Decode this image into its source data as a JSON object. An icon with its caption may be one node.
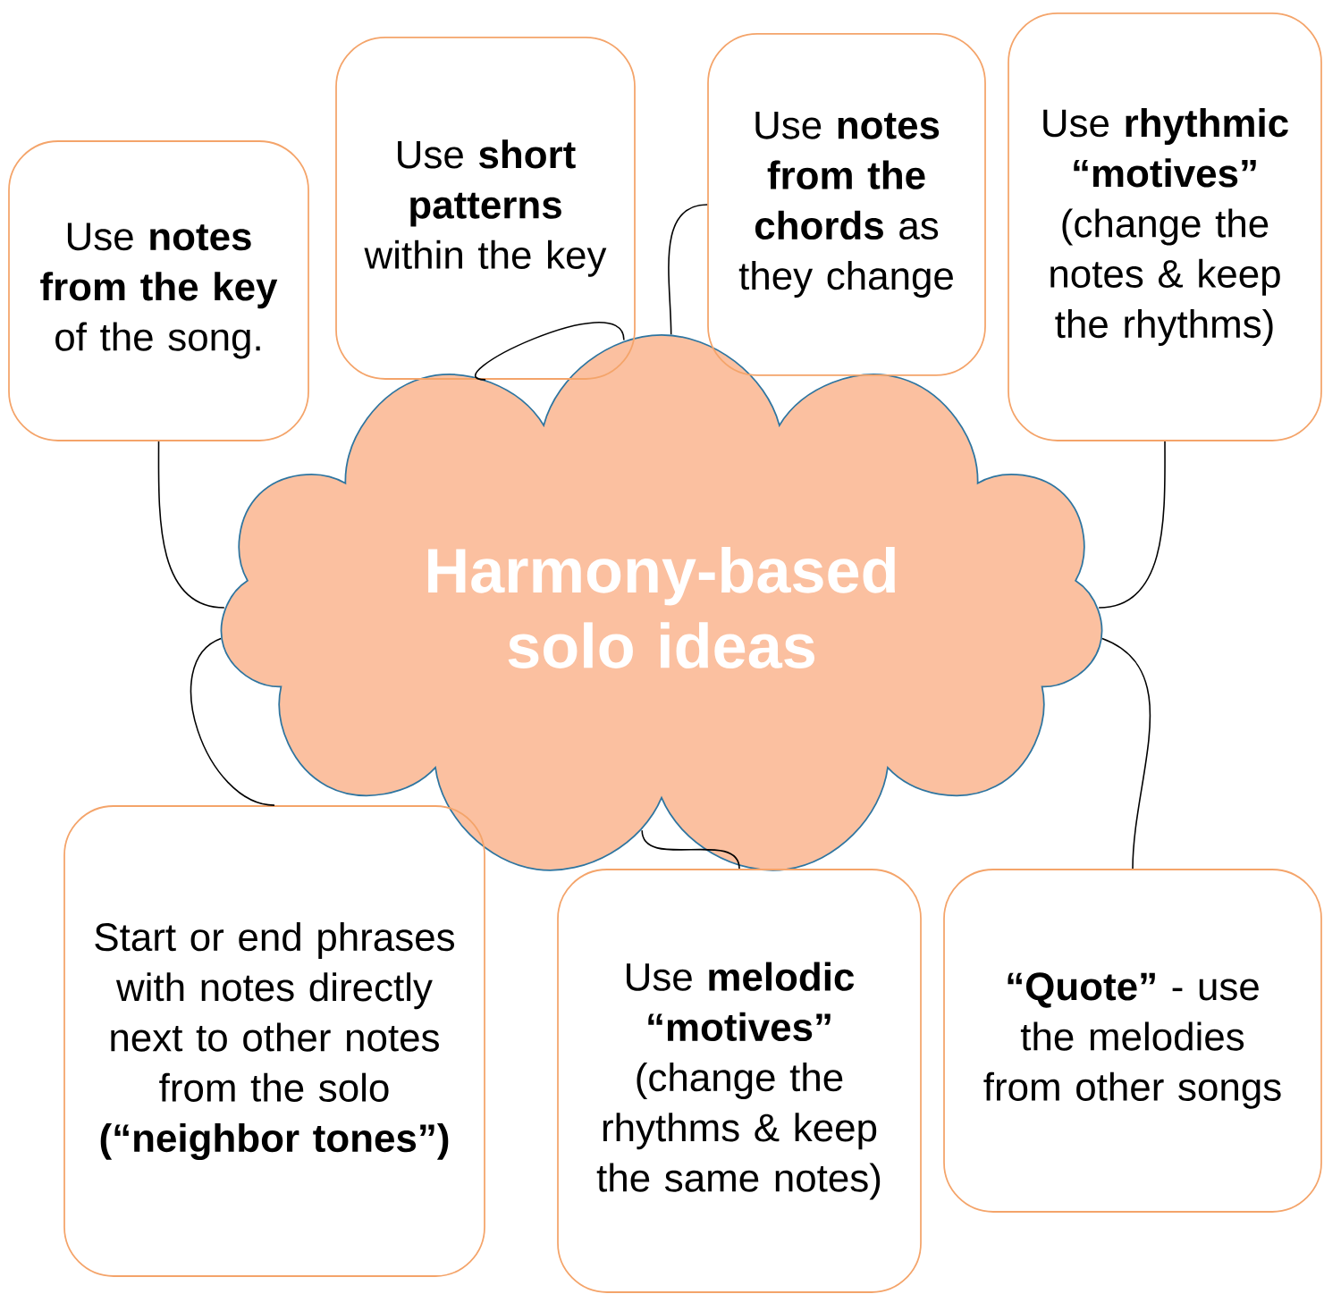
{
  "diagram": {
    "nodes": [
      {
        "text": [
          "Harmony-based solo ideas"
        ]
      },
      {
        "text": [
          "Use **notes from the key** of the song."
        ]
      },
      {
        "text": [
          "Use **short patterns** within the key"
        ]
      },
      {
        "text": [
          "Use **notes from the chords** as they change"
        ]
      },
      {
        "text": [
          "Use **rhythmic “motives”** (change the notes & keep the rhythms)"
        ]
      },
      {
        "text": [
          "Start or end phrases with notes directly next to other notes from the solo **(“neighbor tones”)**"
        ]
      },
      {
        "text": [
          "Use **melodic “motives”** (change the rhythms & keep the same notes)"
        ]
      },
      {
        "text": [
          "**“Quote”** - use the melodies from other songs"
        ]
      }
    ],
    "edges": [
      {
        "from": 0,
        "to": 1,
        "arrow": "none"
      },
      {
        "from": 0,
        "to": 2,
        "arrow": "none"
      },
      {
        "from": 0,
        "to": 3,
        "arrow": "none"
      },
      {
        "from": 0,
        "to": 4,
        "arrow": "none"
      },
      {
        "from": 0,
        "to": 5,
        "arrow": "none"
      },
      {
        "from": 0,
        "to": 6,
        "arrow": "none"
      },
      {
        "from": 0,
        "to": 7,
        "arrow": "none"
      }
    ]
  }
}
